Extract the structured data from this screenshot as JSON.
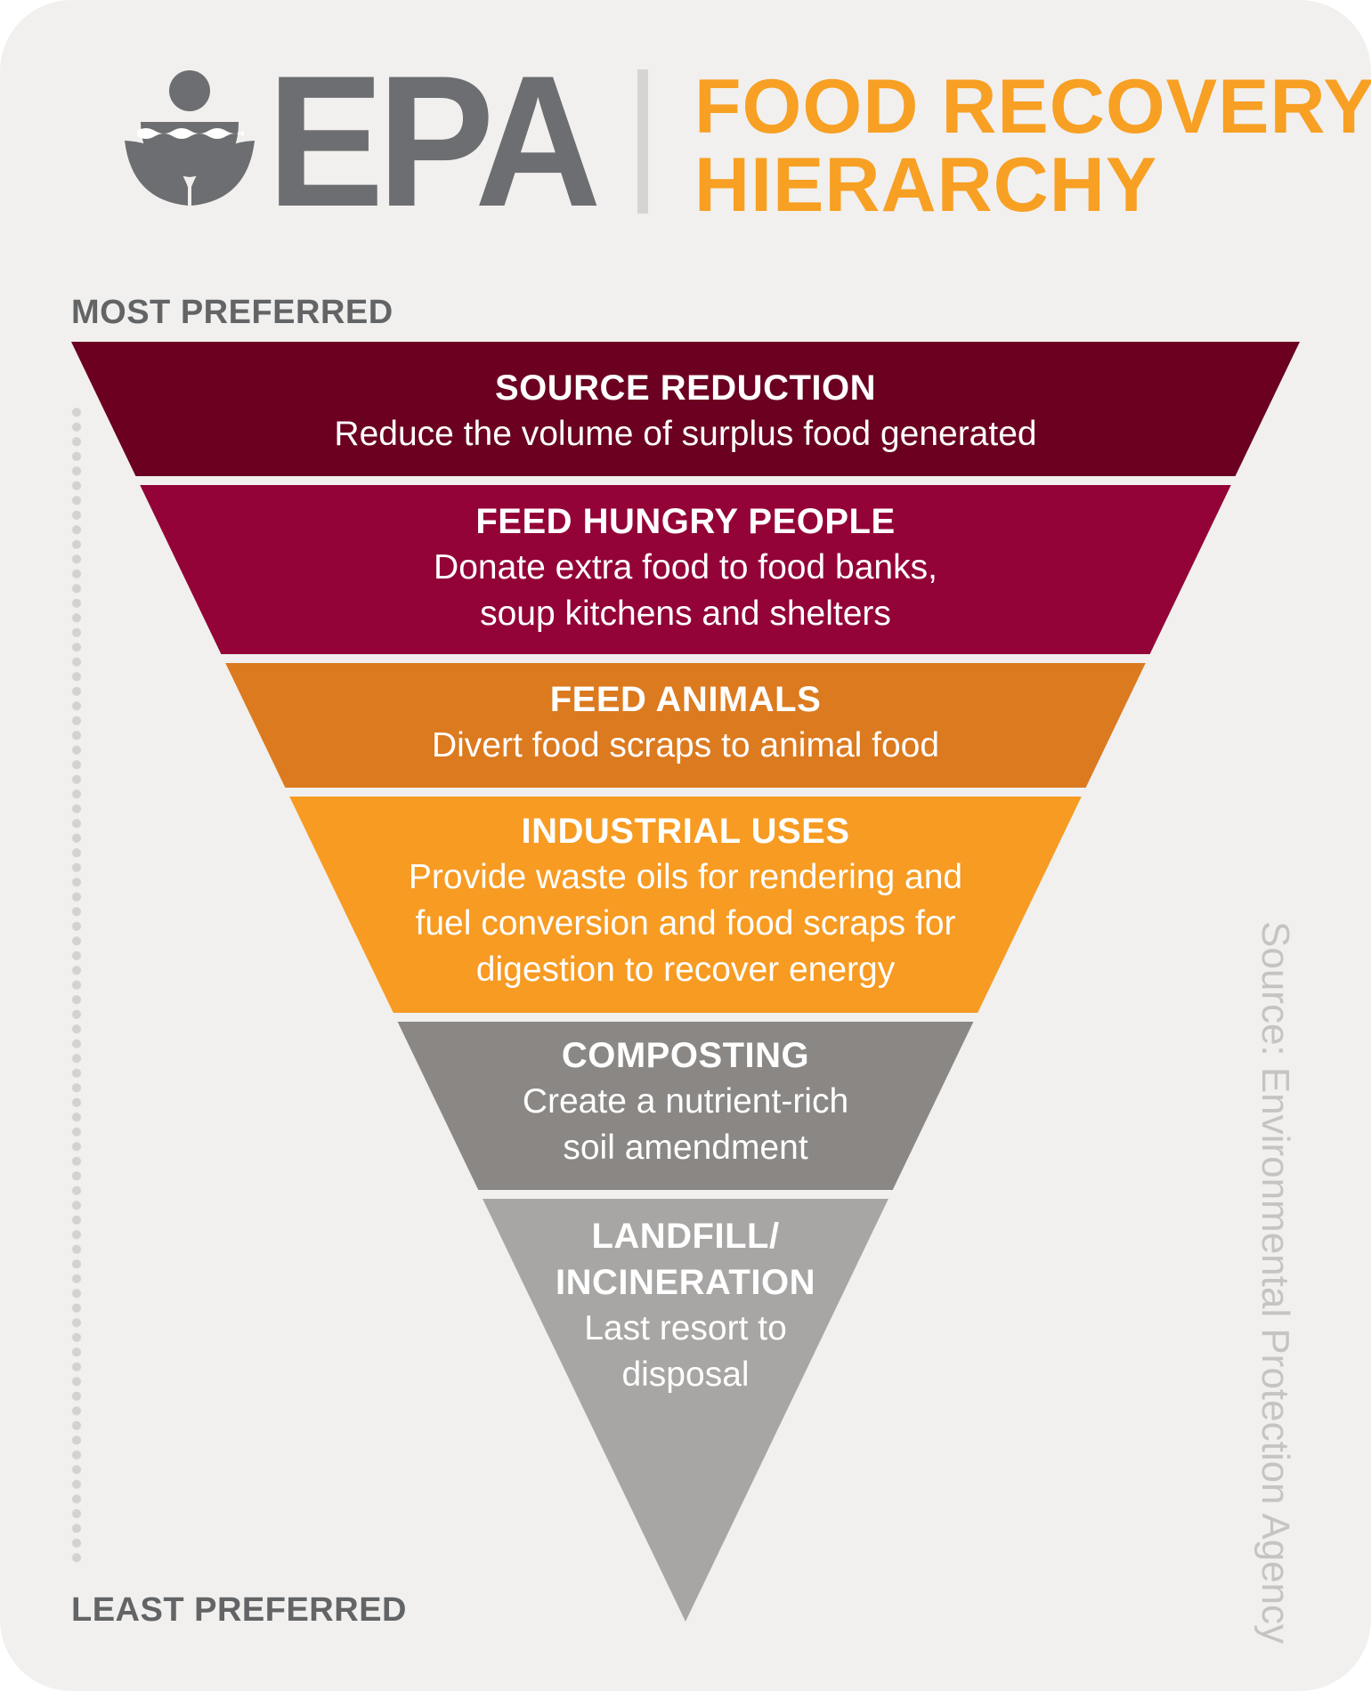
{
  "header": {
    "logo_text": "EPA",
    "title_line1": "FOOD RECOVERY",
    "title_line2": "HIERARCHY"
  },
  "scale": {
    "top_label": "MOST PREFERRED",
    "bottom_label": "LEAST PREFERRED"
  },
  "tiers": [
    {
      "heading": "SOURCE REDUCTION",
      "description": [
        "Reduce the volume of surplus food generated"
      ],
      "color": "#6b0020"
    },
    {
      "heading": "FEED HUNGRY PEOPLE",
      "description": [
        "Donate extra food to food banks,",
        "soup kitchens and shelters"
      ],
      "color": "#930338"
    },
    {
      "heading": "FEED ANIMALS",
      "description": [
        "Divert food scraps to animal food"
      ],
      "color": "#dc7a1f"
    },
    {
      "heading": "INDUSTRIAL USES",
      "description": [
        "Provide waste oils for rendering and",
        "fuel conversion and food scraps for",
        "digestion to recover energy"
      ],
      "color": "#f79b22"
    },
    {
      "heading": "COMPOSTING",
      "description": [
        "Create a nutrient-rich",
        "soil amendment"
      ],
      "color": "#8a8785"
    },
    {
      "heading": "LANDFILL/ INCINERATION",
      "heading_lines": [
        "LANDFILL/",
        "INCINERATION"
      ],
      "description": [
        "Last resort to",
        "disposal"
      ],
      "color": "#a8a6a4"
    }
  ],
  "source": "Source: Environmental Protection Agency",
  "colors": {
    "title": "#f7a024",
    "logo": "#6d6e71",
    "background": "#f1f0ee"
  }
}
